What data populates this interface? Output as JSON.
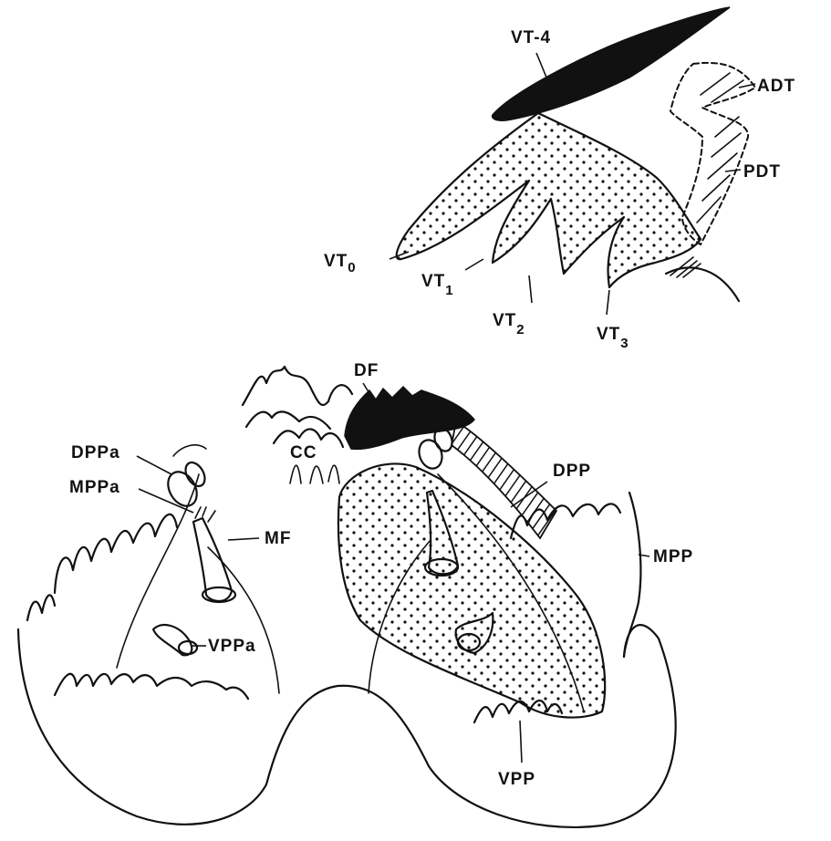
{
  "labels": {
    "vt4": "VT-4",
    "adt": "ADT",
    "pdt": "PDT",
    "vt0": {
      "main": "VT",
      "sub": "0"
    },
    "vt1": {
      "main": "VT",
      "sub": "1"
    },
    "vt2": {
      "main": "VT",
      "sub": "2"
    },
    "vt3": {
      "main": "VT",
      "sub": "3"
    },
    "df": "DF",
    "cc": "CC",
    "dppa": "DPPa",
    "mppa": "MPPa",
    "mf": "MF",
    "dpp": "DPP",
    "mpp": "MPP",
    "vppa": "VPPa",
    "vpp": "VPP"
  },
  "colors": {
    "ink": "#111111",
    "paper": "#ffffff"
  }
}
